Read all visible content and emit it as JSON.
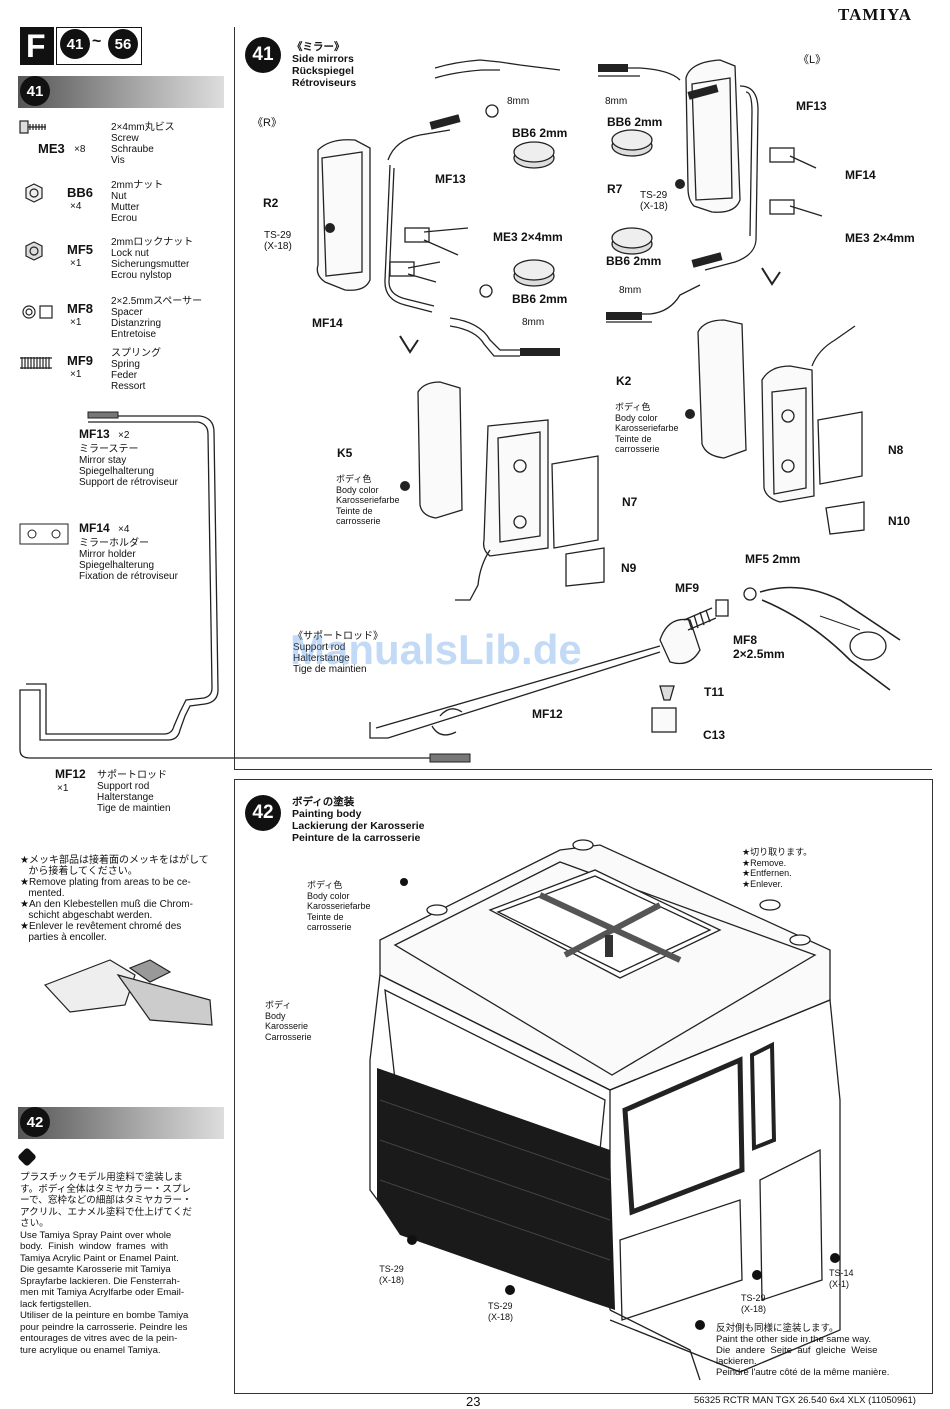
{
  "brand": "TAMIYA",
  "section": {
    "letter": "F",
    "from": "41",
    "sep": "~",
    "to": "56"
  },
  "parts": [
    {
      "code": "ME3",
      "qty": "×8",
      "desc": "2×4mm丸ビス\nScrew\nSchraube\nVis"
    },
    {
      "code": "BB6",
      "qty": "×4",
      "desc": "2mmナット\nNut\nMutter\nEcrou"
    },
    {
      "code": "MF5",
      "qty": "×1",
      "desc": "2mmロックナット\nLock nut\nSicherungsmutter\nEcrou nylstop"
    },
    {
      "code": "MF8",
      "qty": "×1",
      "desc": "2×2.5mmスペーサー\nSpacer\nDistanzring\nEntretoise"
    },
    {
      "code": "MF9",
      "qty": "×1",
      "desc": "スプリング\nSpring\nFeder\nRessort"
    }
  ],
  "mf13": {
    "code": "MF13",
    "qty": "×2",
    "desc": "ミラーステー\nMirror stay\nSpiegelhalterung\nSupport de rétroviseur"
  },
  "mf14": {
    "code": "MF14",
    "qty": "×4",
    "desc": "ミラーホルダー\nMirror holder\nSpiegelhalterung\nFixation de rétroviseur"
  },
  "mf12": {
    "code": "MF12",
    "qty": "×1",
    "desc": "サポートロッド\nSupport rod\nHalterstange\nTige de maintien"
  },
  "plating_note": "★メッキ部品は接着面のメッキをはがして\n   から接着してください。\n★Remove plating from areas to be ce-\n   mented.\n★An den Klebestellen muß die Chrom-\n   schicht abgeschabt werden.\n★Enlever le revêtement chromé des\n   parties à encoller.",
  "step41": {
    "num": "41",
    "title": "《ミラー》\nSide mirrors\nRückspiegel\nRétroviseurs"
  },
  "step42": {
    "num": "42",
    "title": "ボディの塗装\nPainting body\nLackierung der Karosserie\nPeinture de la carrosserie"
  },
  "paint_note": "プラスチックモデル用塗料で塗装しま\nす。ボディ全体はタミヤカラー・スプレ\nーで、窓枠などの細部はタミヤカラー・\nアクリル、エナメル塗料で仕上げてくだ\nさい。\nUse Tamiya Spray Paint over whole\nbody.  Finish  window  frames  with\nTamiya Acrylic Paint or Enamel Paint.\nDie gesamte Karosserie mit Tamiya\nSprayfarbe lackieren. Die Fensterrah-\nmen mit Tamiya Acrylfarbe oder Email-\nlack fertigstellen.\nUtiliser de la peinture en bombe Tamiya\npour peindre la carrosserie. Peindre les\nentourages de vitres avec de la pein-\nture acrylique ou enamel Tamiya.",
  "labels41": {
    "R": "《R》",
    "L": "《L》",
    "mf13a": "MF13",
    "mf13b": "MF13",
    "mf14a": "MF14",
    "mf14b": "MF14",
    "me3a": "ME3 2×4mm",
    "me3b": "ME3 2×4mm",
    "bb6a": "BB6 2mm",
    "bb6b": "BB6 2mm",
    "bb6c": "BB6 2mm",
    "bb6d": "BB6 2mm",
    "r2": "R2",
    "r7": "R7",
    "ts29a": "TS-29\n(X-18)",
    "ts29b": "TS-29\n(X-18)",
    "mm8a": "8mm",
    "mm8b": "8mm",
    "mm8c": "8mm",
    "mm8d": "8mm",
    "k5": "K5",
    "k2": "K2",
    "bodycolor": "ボディ色\nBody color\nKarosseriefarbe\nTeinte de\ncarrosserie",
    "n7": "N7",
    "n8": "N8",
    "n9": "N9",
    "n10": "N10",
    "mf5": "MF5 2mm",
    "mf9": "MF9",
    "mf8": "MF8\n2×2.5mm",
    "t11": "T11",
    "c13": "C13",
    "mf12": "MF12",
    "rod": "《サポートロッド》\nSupport rod\nHalterstange\nTige de maintien"
  },
  "labels42": {
    "bodycolor": "ボディ色\nBody color\nKarosseriefarbe\nTeinte de\ncarrosserie",
    "body": "ボディ\nBody\nKarosserie\nCarrosserie",
    "remove": "★切り取ります。\n★Remove.\n★Entfernen.\n★Enlever.",
    "ts29a": "TS-29\n(X-18)",
    "ts29b": "TS-29\n(X-18)",
    "ts29c": "TS-29\n(X-18)",
    "ts14": "TS-14\n(X-1)",
    "other_side": "反対側も同様に塗装します。\nPaint the other side in the same way.\nDie  andere  Seite  auf  gleiche  Weise\nlackieren.\nPeindre l'autre côté de la même manière."
  },
  "watermark": "ManualsLib.de",
  "page_number": "23",
  "footer": "56325 RCTR MAN TGX 26.540 6x4 XLX (11050961)"
}
